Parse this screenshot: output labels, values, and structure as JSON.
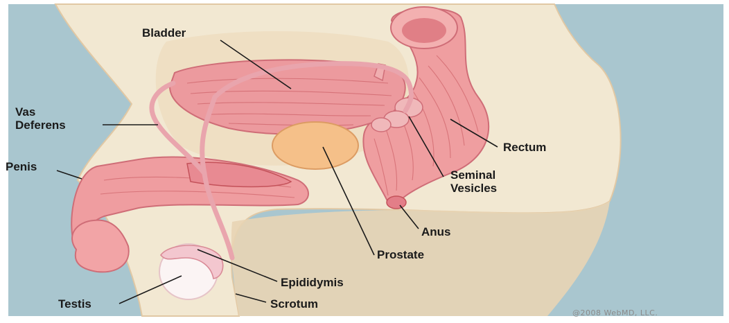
{
  "labels": {
    "bladder": "Bladder",
    "vas_deferens_line1": "Vas",
    "vas_deferens_line2": "Deferens",
    "penis": "Penis",
    "rectum": "Rectum",
    "seminal_vesicles_line1": "Seminal",
    "seminal_vesicles_line2": "Vesicles",
    "anus": "Anus",
    "prostate": "Prostate",
    "epididymis": "Epididymis",
    "testis": "Testis",
    "scrotum": "Scrotum"
  },
  "copyright": "@2008 WebMD, LLC.",
  "colors": {
    "background": "#a9c6cf",
    "skin": "#f2e8d2",
    "skin_shadow": "#e3caa6",
    "organ_pink": "#ec9a9e",
    "organ_dark": "#d9707a",
    "prostate": "#f5c089",
    "testis": "#fbf4f4"
  }
}
